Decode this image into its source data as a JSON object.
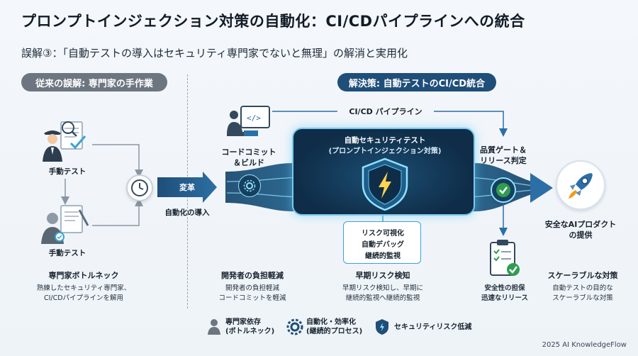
{
  "title": "プロンプトインジェクション対策の自動化：CI/CDパイプラインへの統合",
  "subtitle": "誤解③：「自動テストの導入はセキュリティ専門家でないと無理」の解消と実用化",
  "left_section": {
    "label": "従来の誤解: 専門家の手作業",
    "manual_test_1": "手動テスト",
    "manual_test_2": "手動テスト",
    "caption_title": "専門家ボトルネック",
    "caption_line1": "熟練したセキュリティ専門家、",
    "caption_line2": "CI/CDパイプラインを解用"
  },
  "transition": {
    "badge": "変革",
    "label": "自動化の導入"
  },
  "right_section": {
    "label": "解決策: 自動テストのCI/CD統合",
    "pipeline_label": "CI/CD パイプライン",
    "commit_label_line1": "コードコミット",
    "commit_label_line2": "＆ビルド",
    "central_title": "自動セキュリティテスト",
    "central_subtitle": "(プロンプトインジェクション対策)",
    "risk_lines": [
      "リスク可視化",
      "自動デバッグ",
      "継続的監視"
    ],
    "gate_line1": "品質ゲート＆",
    "gate_line2": "リリース判定",
    "product_line1": "安全なAIプロダクト",
    "product_line2": "の提供"
  },
  "captions": [
    {
      "title": "開発者の負担軽減",
      "line1": "開発者の負担軽減",
      "line2": "コードコミットを軽減"
    },
    {
      "title": "早期リスク検知",
      "line1": "早期リスク検知し、早期に",
      "line2": "継続的監視へ継続的監視"
    },
    {
      "title": "",
      "line1": "安全性の担保",
      "line2": "迅速なリリース"
    },
    {
      "title": "スケーラブルな対策",
      "line1": "自動テストの目的な",
      "line2": "スケーラブルな対策"
    }
  ],
  "legend": [
    {
      "icon": "person-icon",
      "line1": "専門家依存",
      "line2": "(ボトルネック)"
    },
    {
      "icon": "gear-icon",
      "line1": "自動化・効率化",
      "line2": "(継続的プロセス)"
    },
    {
      "icon": "shield-icon",
      "line1": "セキュリティリスク低減",
      "line2": ""
    }
  ],
  "footer": "2025 AI KnowledgeFlow",
  "colors": {
    "navy": "#1f4e79",
    "gray_pill": "#6d7680",
    "cyan_glow": "#7cc8ec",
    "check_green": "#2e9d4f",
    "arrow_blue": "#2b6fa6"
  }
}
